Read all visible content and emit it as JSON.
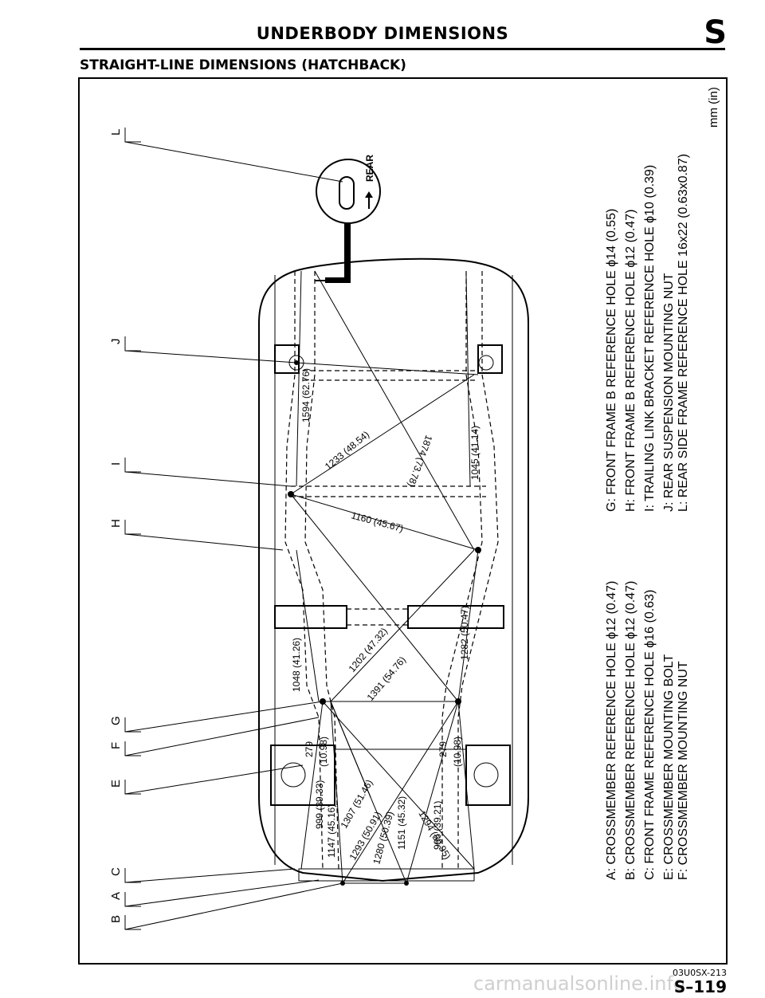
{
  "header": {
    "title": "UNDERBODY DIMENSIONS",
    "section_letter": "S",
    "subtitle": "STRAIGHT-LINE DIMENSIONS (HATCHBACK)"
  },
  "units_label": "mm (in)",
  "orientation_label": "REAR",
  "callouts": {
    "L": "L",
    "J": "J",
    "I": "I",
    "H": "H",
    "G": "G",
    "F": "F",
    "E": "E",
    "C": "C",
    "A": "A",
    "B": "B"
  },
  "legend_right": [
    "G: FRONT FRAME B REFERENCE HOLE ϕ14 (0.55)",
    "H: FRONT FRAME B REFERENCE HOLE ϕ12 (0.47)",
    "I: TRAILING LINK BRACKET REFERENCE HOLE ϕ10 (0.39)",
    "J: REAR SUSPENSION MOUNTING NUT",
    "L: REAR SIDE FRAME REFERENCE HOLE 16x22 (0.63x0.87)"
  ],
  "legend_left": [
    "A: CROSSMEMBER REFERENCE HOLE ϕ12 (0.47)",
    "B: CROSSMEMBER REFERENCE HOLE ϕ12 (0.47)",
    "C: FRONT FRAME REFERENCE HOLE ϕ16 (0.63)",
    "E: CROSSMEMBER MOUNTING BOLT",
    "F: CROSSMEMBER MOUNTING NUT"
  ],
  "dimensions": {
    "d1594": "1594 (62.76)",
    "d1233": "1233 (48.54)",
    "d1874": "1874 (73.78)",
    "d1045": "1045 (41.14)",
    "d1160": "1160 (45.67)",
    "d1048": "1048 (41.26)",
    "d1202": "1202 (47.32)",
    "d1391": "1391 (54.76)",
    "d1282": "1282 (50.47)",
    "d279_left": "279",
    "d279_left_in": "(10.98)",
    "d279_right": "279",
    "d279_right_in": "(10.98)",
    "d999": "999 (39.33)",
    "d1147": "1147 (45.16)",
    "d1307": "1307 (51.46)",
    "d1293": "1293 (50.91)",
    "d1280": "1280 (50.39)",
    "d1151": "1151 (45.32)",
    "d996": "996 (39.21)",
    "d1294": "1294 (50.95)"
  },
  "footer": {
    "figure_code": "03U0SX-213",
    "page_number": "S–119",
    "watermark": "carmanualsonline.info"
  }
}
